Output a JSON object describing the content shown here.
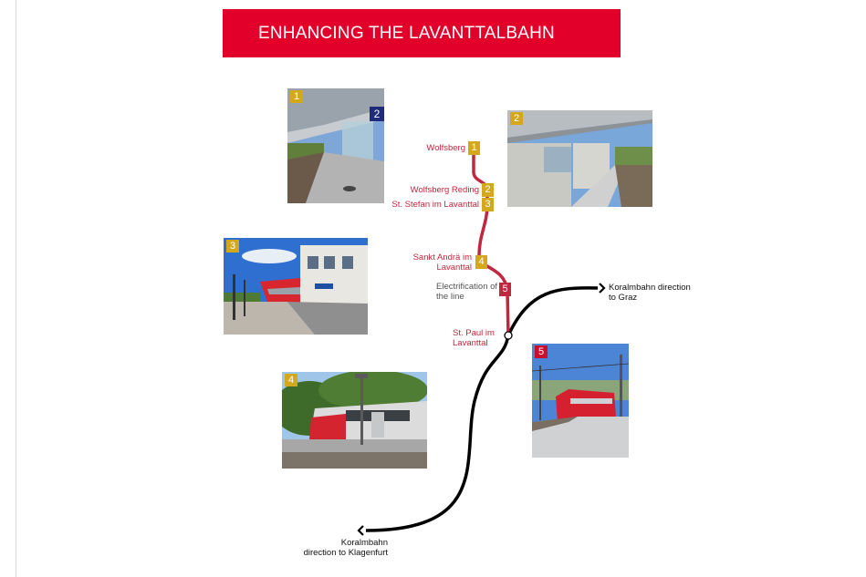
{
  "title": "ENHANCING THE LAVANTTALBAHN",
  "colors": {
    "brand_red": "#e2002a",
    "line_red": "#c0283f",
    "badge_gold": "#d4a81c",
    "badge_red": "#c8102e",
    "main_line": "#000000"
  },
  "photos": [
    {
      "badge": "1",
      "inner_sign": "2"
    },
    {
      "badge": "2"
    },
    {
      "badge": "3"
    },
    {
      "badge": "4"
    },
    {
      "badge": "5"
    }
  ],
  "stations": [
    {
      "name": "Wolfsberg",
      "marker": "1"
    },
    {
      "name": "Wolfsberg Reding",
      "marker": "2"
    },
    {
      "name": "St. Stefan im Lavanttal",
      "marker": "3"
    },
    {
      "name_line1": "Sankt Andrä im",
      "name_line2": "Lavanttal",
      "marker": "4"
    },
    {
      "name_line1": "Electrification of",
      "name_line2": "the line",
      "marker": "5"
    },
    {
      "name_line1": "St. Paul im",
      "name_line2": "Lavanttal"
    }
  ],
  "directions": {
    "graz_line1": "Koralmbahn direction",
    "graz_line2": "to Graz",
    "klagenfurt_line1": "Koralmbahn",
    "klagenfurt_line2": "direction to Klagenfurt"
  }
}
